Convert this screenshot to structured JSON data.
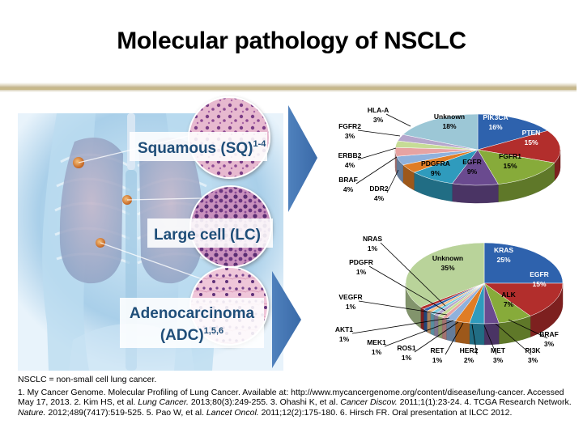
{
  "slide": {
    "title": "Molecular pathology of NSCLC"
  },
  "subtypes": {
    "squamous": {
      "name": "Squamous (SQ)",
      "sup": "1-4"
    },
    "large_cell": {
      "name": "Large cell (LC)"
    },
    "adeno": {
      "line1": "Adenocarcinoma",
      "line2": "(ADC)",
      "sup": "1,5,6"
    }
  },
  "footnotes": {
    "abbrev": "NSCLC = non-small cell lung cancer.",
    "refs_1": "1. My Cancer Genome. Molecular Profiling of Lung Cancer. Available at: http://www.mycancergenome.org/content/disease/lung-cancer. Accessed May 17, 2013. 2. Kim HS, et al. ",
    "refs_1_journal": "Lung Cancer.",
    "refs_2": " 2013;80(3):249-255. 3. Ohashi K, et al. ",
    "refs_2_journal": "Cancer Discov.",
    "refs_3": " 2011;1(1):23-24. 4. TCGA Research Network. ",
    "refs_3_journal": "Nature.",
    "refs_4": " 2012;489(7417):519-525. 5. Pao W, et al. ",
    "refs_4_journal": "Lancet Oncol.",
    "refs_5": " 2011;12(2):175-180. 6. Hirsch FR. Oral presentation at ILCC 2012."
  },
  "chart_data": [
    {
      "type": "pie",
      "slices": [
        {
          "label": "PIK3CA",
          "value": 16,
          "text": "16%",
          "color": "#2e62ad"
        },
        {
          "label": "PTEN",
          "value": 15,
          "text": "15%",
          "color": "#b22e2c"
        },
        {
          "label": "FGFR1",
          "value": 15,
          "text": "15%",
          "color": "#87ab3a"
        },
        {
          "label": "EGFR",
          "value": 9,
          "text": "9%",
          "color": "#6a4a8f"
        },
        {
          "label": "PDGFRA",
          "value": 9,
          "text": "9%",
          "color": "#2f9bbd"
        },
        {
          "label": "DDR2",
          "value": 4,
          "text": "4%",
          "color": "#e07d25"
        },
        {
          "label": "BRAF",
          "value": 4,
          "text": "4%",
          "color": "#8fb1dc"
        },
        {
          "label": "ERBB2",
          "value": 4,
          "text": "4%",
          "color": "#e7a3a2"
        },
        {
          "label": "FGFR2",
          "value": 3,
          "text": "3%",
          "color": "#c6dc96"
        },
        {
          "label": "HLA-A",
          "value": 3,
          "text": "3%",
          "color": "#b5a6cc"
        },
        {
          "label": "Unknown",
          "value": 18,
          "text": "18%",
          "color": "#9cc7d6"
        }
      ]
    },
    {
      "type": "pie",
      "slices": [
        {
          "label": "KRAS",
          "value": 25,
          "text": "25%",
          "color": "#2e62ad"
        },
        {
          "label": "EGFR",
          "value": 15,
          "text": "15%",
          "color": "#b22e2c"
        },
        {
          "label": "ALK",
          "value": 7,
          "text": "7%",
          "color": "#87ab3a"
        },
        {
          "label": "BRAF",
          "value": 3,
          "text": "3%",
          "color": "#6a4a8f"
        },
        {
          "label": "PI3K",
          "value": 3,
          "text": "3%",
          "color": "#2f9bbd"
        },
        {
          "label": "MET",
          "value": 3,
          "text": "3%",
          "color": "#e07d25"
        },
        {
          "label": "HER2",
          "value": 2,
          "text": "2%",
          "color": "#8fb1dc"
        },
        {
          "label": "RET",
          "value": 1,
          "text": "1%",
          "color": "#e7a3a2"
        },
        {
          "label": "ROS1",
          "value": 1,
          "text": "1%",
          "color": "#c6dc96"
        },
        {
          "label": "MEK1",
          "value": 1,
          "text": "1%",
          "color": "#b5a6cc"
        },
        {
          "label": "AKT1",
          "value": 1,
          "text": "1%",
          "color": "#7ccbe0"
        },
        {
          "label": "VEGFR",
          "value": 1,
          "text": "1%",
          "color": "#f2bb85"
        },
        {
          "label": "PDGFR",
          "value": 1,
          "text": "1%",
          "color": "#2e62ad"
        },
        {
          "label": "NRAS",
          "value": 1,
          "text": "1%",
          "color": "#b22e2c"
        },
        {
          "label": "Unknown",
          "value": 35,
          "text": "35%",
          "color": "#b9d39a"
        }
      ]
    }
  ]
}
